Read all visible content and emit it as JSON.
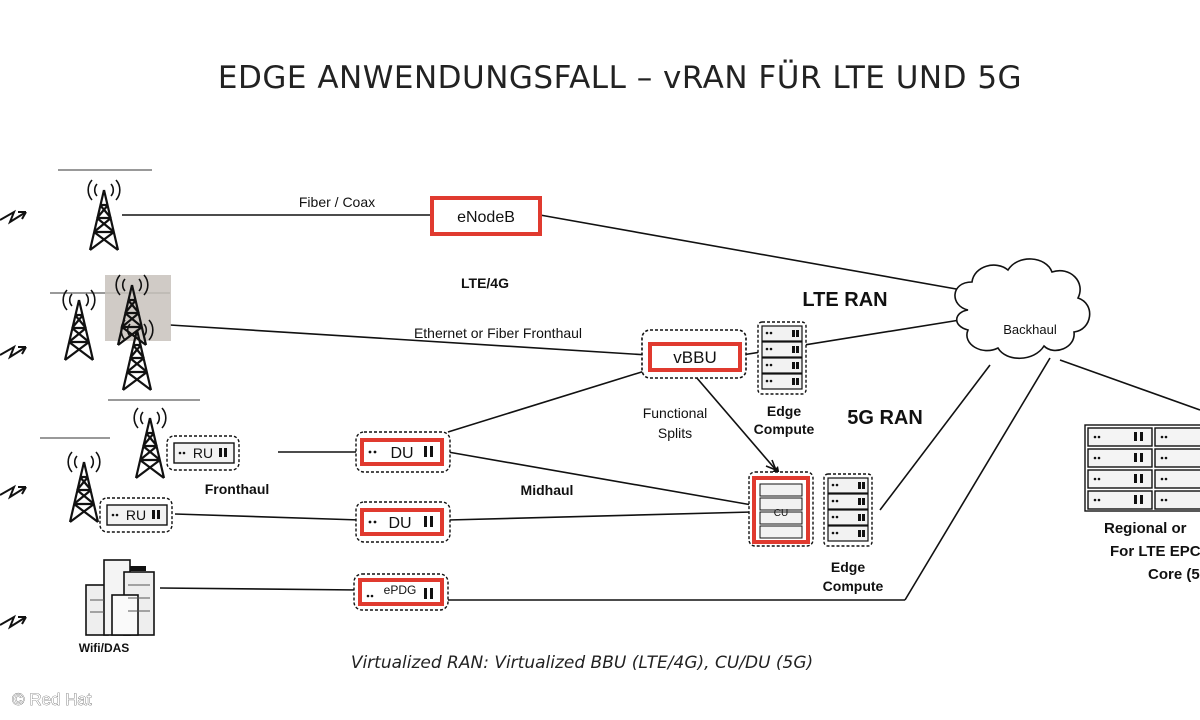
{
  "title": "EDGE ANWENDUNGSFALL – vRAN FÜR LTE UND 5G",
  "links": {
    "fiber_coax": "Fiber / Coax",
    "ethernet_fronthaul": "Ethernet or Fiber Fronthaul",
    "fronthaul": "Fronthaul",
    "midhaul": "Midhaul",
    "functional_splits_1": "Functional",
    "functional_splits_2": "Splits"
  },
  "sections": {
    "lte_4g": "LTE/4G",
    "lte_ran": "LTE RAN",
    "ran_5g": "5G RAN"
  },
  "nodes": {
    "enodeb": "eNodeB",
    "vbbu": "vBBU",
    "du": "DU",
    "ru": "RU",
    "cu": "CU",
    "epdg": "ePDG",
    "backhaul": "Backhaul",
    "edge_compute_1": "Edge",
    "edge_compute_2": "Compute",
    "wifi_das": "Wifi/DAS"
  },
  "regional": {
    "line1": "Regional or",
    "line2": "For LTE EPC",
    "line3": "Core (5"
  },
  "caption": "Virtualized RAN: Virtualized BBU (LTE/4G), CU/DU (5G)",
  "watermark": "© Red Hat",
  "colors": {
    "highlight": "#e03a2f",
    "line": "#111111",
    "server": "#e8e8e8"
  }
}
